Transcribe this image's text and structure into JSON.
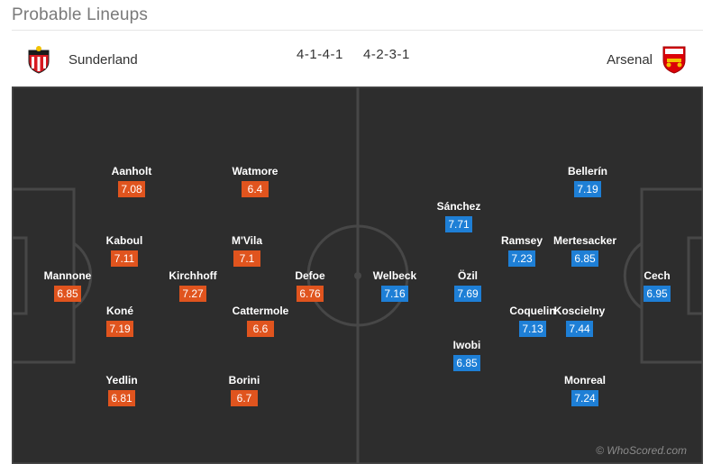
{
  "title": "Probable Lineups",
  "home": {
    "name": "Sunderland",
    "formation": "4-1-4-1",
    "color": "#e0541e",
    "crest_icon": "sunderland-crest"
  },
  "away": {
    "name": "Arsenal",
    "formation": "4-2-3-1",
    "color": "#1e7fd6",
    "crest_icon": "arsenal-crest"
  },
  "home_players": [
    {
      "name": "Mannone",
      "rating": "6.85"
    },
    {
      "name": "Aanholt",
      "rating": "7.08"
    },
    {
      "name": "Kaboul",
      "rating": "7.11"
    },
    {
      "name": "Koné",
      "rating": "7.19"
    },
    {
      "name": "Yedlin",
      "rating": "6.81"
    },
    {
      "name": "Kirchhoff",
      "rating": "7.27"
    },
    {
      "name": "Watmore",
      "rating": "6.4"
    },
    {
      "name": "M'Vila",
      "rating": "7.1"
    },
    {
      "name": "Cattermole",
      "rating": "6.6"
    },
    {
      "name": "Borini",
      "rating": "6.7"
    },
    {
      "name": "Defoe",
      "rating": "6.76"
    }
  ],
  "away_players": [
    {
      "name": "Welbeck",
      "rating": "7.16"
    },
    {
      "name": "Sánchez",
      "rating": "7.71"
    },
    {
      "name": "Özil",
      "rating": "7.69"
    },
    {
      "name": "Iwobi",
      "rating": "6.85"
    },
    {
      "name": "Ramsey",
      "rating": "7.23"
    },
    {
      "name": "Coquelin",
      "rating": "7.13"
    },
    {
      "name": "Bellerín",
      "rating": "7.19"
    },
    {
      "name": "Mertesacker",
      "rating": "6.85"
    },
    {
      "name": "Koscielny",
      "rating": "7.44"
    },
    {
      "name": "Monreal",
      "rating": "7.24"
    },
    {
      "name": "Cech",
      "rating": "6.95"
    }
  ],
  "watermark": "© WhoScored.com"
}
